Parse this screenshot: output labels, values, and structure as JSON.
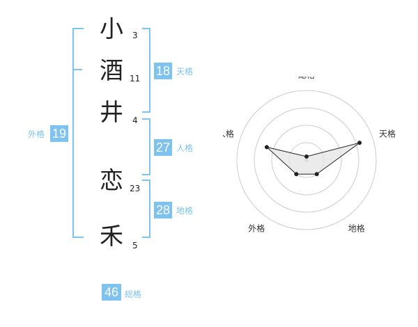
{
  "name": {
    "characters": [
      {
        "char": "小",
        "strokes": "3"
      },
      {
        "char": "酒",
        "strokes": "11"
      },
      {
        "char": "井",
        "strokes": "4"
      },
      {
        "char": "恋",
        "strokes": "23"
      },
      {
        "char": "禾",
        "strokes": "5"
      }
    ]
  },
  "scores": {
    "tenkaku": {
      "value": "18",
      "label": "天格"
    },
    "jinkaku": {
      "value": "27",
      "label": "人格"
    },
    "chikaku": {
      "value": "28",
      "label": "地格"
    },
    "gaikaku": {
      "value": "19",
      "label": "外格"
    },
    "soukaku": {
      "value": "46",
      "label": "総格"
    }
  },
  "radar": {
    "axes": [
      "総格",
      "天格",
      "地格",
      "外格",
      "人格"
    ],
    "values": [
      0.05,
      0.8,
      0.25,
      0.25,
      0.6
    ],
    "ring_count": 4,
    "colors": {
      "ring": "#cccccc",
      "fill": "#e6e6e6",
      "line": "#222222",
      "point": "#222222",
      "center": "#bbbbbb"
    }
  },
  "colors": {
    "accent": "#7ec3ef",
    "text": "#222222"
  }
}
